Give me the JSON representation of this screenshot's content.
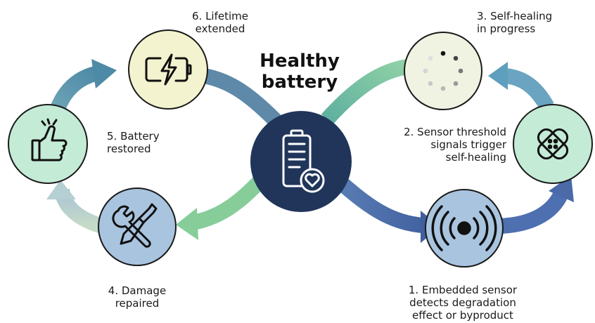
{
  "title": {
    "line1": "Healthy",
    "line2": "battery"
  },
  "steps": [
    {
      "label_line1": "1. Embedded sensor",
      "label_line2": "detects degradation",
      "label_line3": "effect or byproduct",
      "icon": "sensor-signal-icon",
      "color": "#a9c4df"
    },
    {
      "label_line1": "2. Sensor threshold",
      "label_line2": "signals trigger",
      "label_line3": "self-healing",
      "icon": "none",
      "color": ""
    },
    {
      "label_line1": "3. Self-healing",
      "label_line2": "in progress",
      "icon": "loading-spinner-icon",
      "color": "#f0f2e2"
    },
    {
      "label_line1": "4. Damage",
      "label_line2": "repaired",
      "icon": "tools-icon",
      "color": "#a9c4df"
    },
    {
      "label_line1": "5. Battery",
      "label_line2": "restored",
      "icon": "thumbs-up-icon",
      "color": "#c4ebd6"
    },
    {
      "label_line1": "6. Lifetime",
      "label_line2": "extended",
      "icon": "charging-battery-icon",
      "color": "#f4f3cf"
    }
  ],
  "center_node": {
    "icon": "battery-heart-icon",
    "color": "#21355a"
  },
  "colors": {
    "green": "#7cc898",
    "blue": "#4a6aa8",
    "teal": "#5d9cb5",
    "slate": "#5e89a8"
  }
}
